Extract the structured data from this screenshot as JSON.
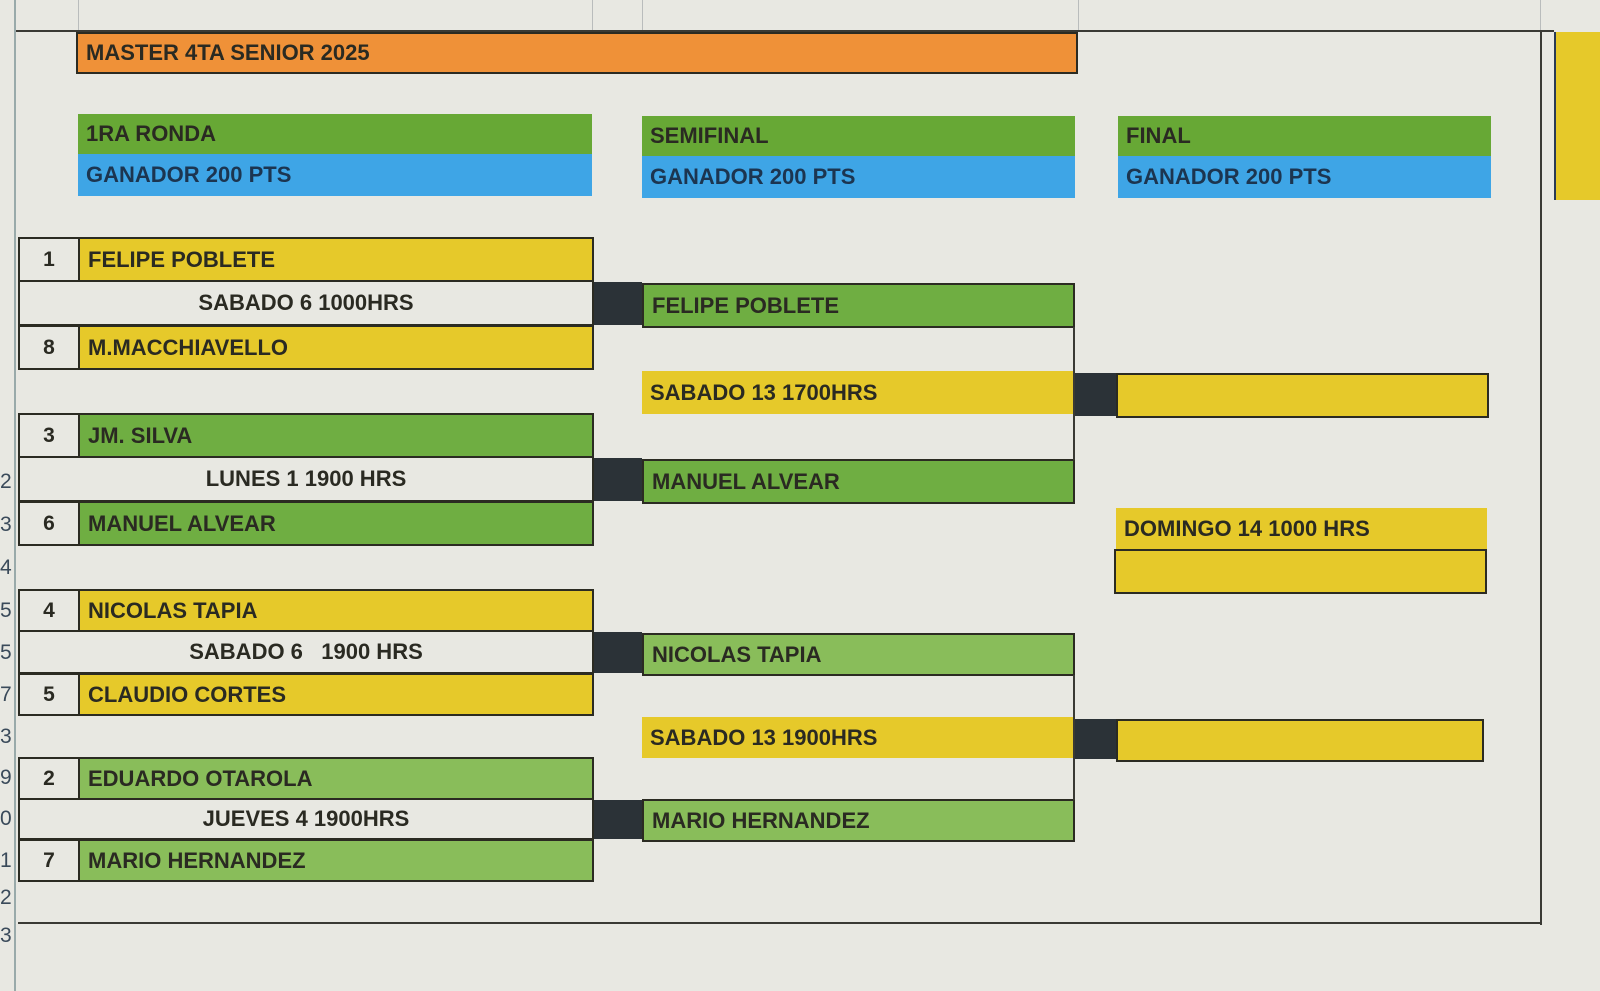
{
  "title": "MASTER 4TA SENIOR 2025",
  "rounds": [
    {
      "name": "1RA RONDA",
      "points": "GANADOR 200 PTS"
    },
    {
      "name": "SEMIFINAL",
      "points": "GANADOR 200 PTS"
    },
    {
      "name": "FINAL",
      "points": "GANADOR 200 PTS"
    }
  ],
  "first_round": [
    {
      "seed_a": "1",
      "player_a": "FELIPE POBLETE",
      "time": "SABADO 6 1000HRS",
      "seed_b": "8",
      "player_b": "M.MACCHIAVELLO"
    },
    {
      "seed_a": "3",
      "player_a": "JM. SILVA",
      "time": "LUNES 1 1900 HRS",
      "seed_b": "6",
      "player_b": "MANUEL ALVEAR"
    },
    {
      "seed_a": "4",
      "player_a": "NICOLAS TAPIA",
      "time": "SABADO 6   1900 HRS",
      "seed_b": "5",
      "player_b": "CLAUDIO CORTES"
    },
    {
      "seed_a": "2",
      "player_a": "EDUARDO OTAROLA",
      "time": "JUEVES 4 1900HRS",
      "seed_b": "7",
      "player_b": "MARIO HERNANDEZ"
    }
  ],
  "semifinal": {
    "winners": [
      "FELIPE POBLETE",
      "MANUEL ALVEAR",
      "NICOLAS TAPIA",
      "MARIO HERNANDEZ"
    ],
    "times": [
      "SABADO 13 1700HRS",
      "SABADO 13 1900HRS"
    ]
  },
  "final": {
    "time": "DOMINGO 14 1000 HRS",
    "finalist_a": "",
    "finalist_b": "",
    "champion": ""
  },
  "row_numbers": [
    "2",
    "3",
    "4",
    "5",
    "5",
    "7",
    "3",
    "9",
    "0",
    "1",
    "2",
    "3"
  ]
}
